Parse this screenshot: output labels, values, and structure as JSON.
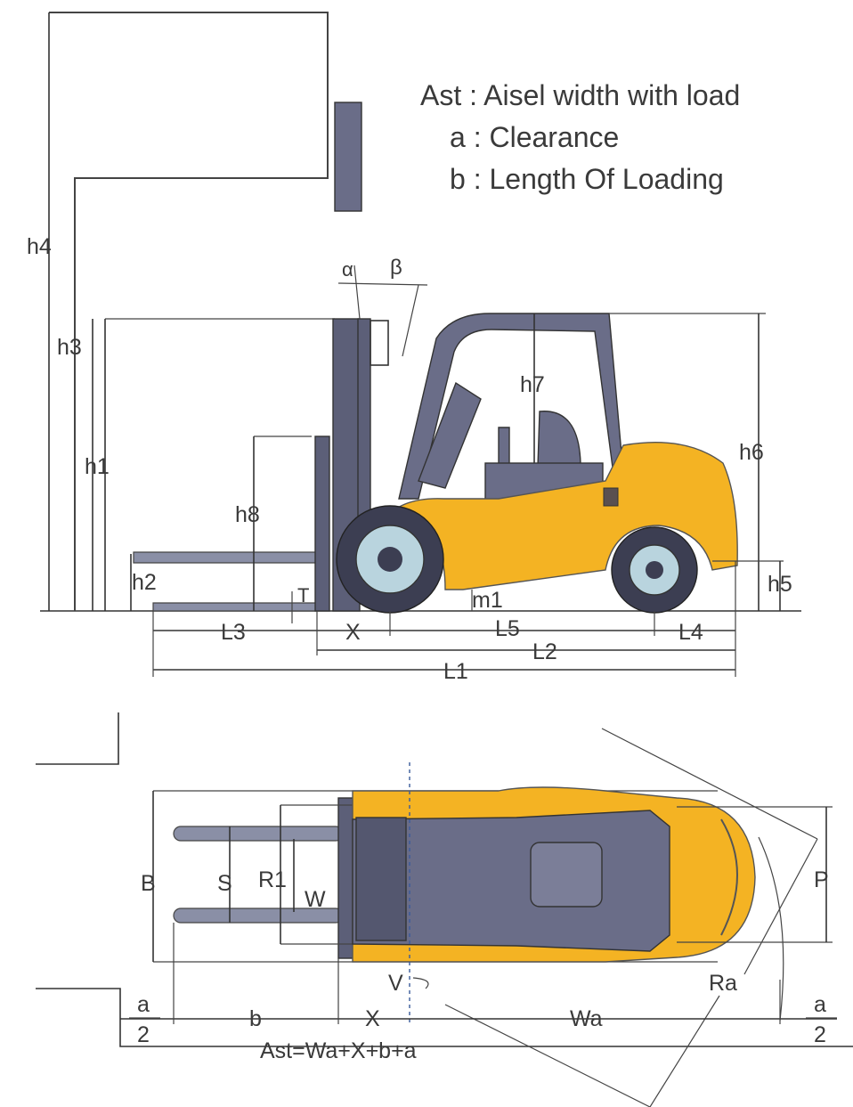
{
  "legend": {
    "ast": "Ast : Aisel width with load",
    "a": "a : Clearance",
    "b": "b : Length Of Loading"
  },
  "side_view_labels": {
    "h4": "h4",
    "h3": "h3",
    "h1": "h1",
    "h2": "h2",
    "h8": "h8",
    "h7": "h7",
    "h6": "h6",
    "h5": "h5",
    "alpha": "α",
    "beta": "β",
    "T": "T",
    "m1": "m1",
    "L3": "L3",
    "X": "X",
    "L5": "L5",
    "L4": "L4",
    "L2": "L2",
    "L1": "L1"
  },
  "top_view_labels": {
    "B": "B",
    "S": "S",
    "R1": "R1",
    "W": "W",
    "P": "P",
    "V": "V",
    "Ra": "Ra",
    "a_num": "a",
    "a_den": "2",
    "a2_num": "a",
    "a2_den": "2",
    "b": "b",
    "X": "X",
    "Wa": "Wa",
    "formula": "Ast=Wa+X+b+a"
  },
  "colors": {
    "body": "#f4b323",
    "mast": "#5c5f78",
    "line": "#333333"
  }
}
